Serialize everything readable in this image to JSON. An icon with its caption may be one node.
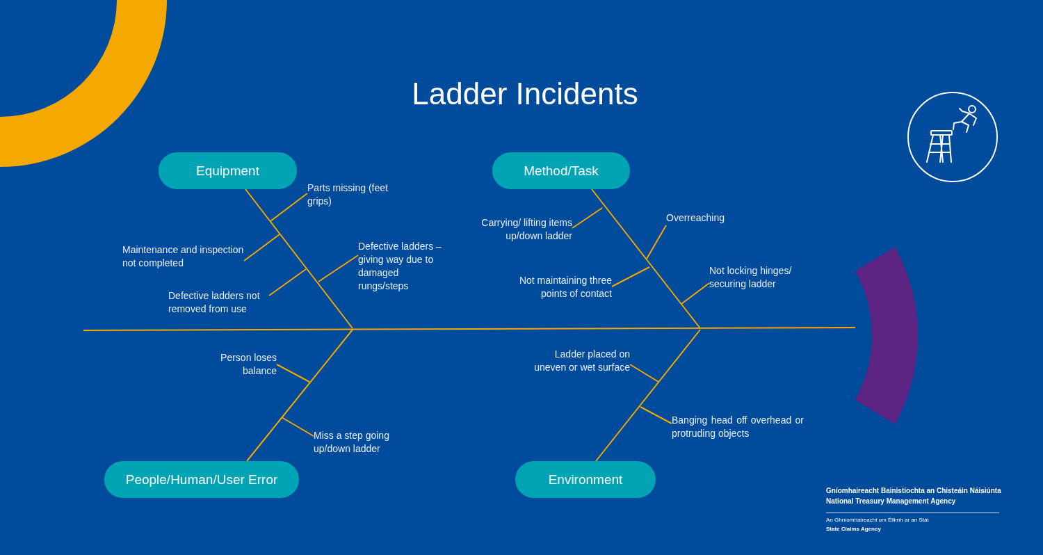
{
  "diagram": {
    "title": "Ladder Incidents",
    "nodes": [
      {
        "text": [
          "Equipment"
        ]
      },
      {
        "text": [
          "Method/Task"
        ]
      },
      {
        "text": [
          "Parts missing (feet grips)"
        ]
      },
      {
        "text": [
          "Carrying/ lifting items up/down ladder"
        ]
      },
      {
        "text": [
          "Overreaching"
        ]
      },
      {
        "text": [
          "Maintenance and inspection not completed"
        ]
      },
      {
        "text": [
          "Defective ladders – giving way due to damaged rungs/steps"
        ]
      },
      {
        "text": [
          "Not locking hinges/ securing ladder"
        ]
      },
      {
        "text": [
          "Not maintaining three points of contact"
        ]
      },
      {
        "text": [
          "Defective ladders not removed from use"
        ]
      },
      {
        "text": [],
        "shape": "arc"
      },
      {
        "text": [
          "Person loses balance"
        ]
      },
      {
        "text": [
          "Ladder placed on uneven or wet surface"
        ]
      },
      {
        "text": [
          "Miss a step going up/down ladder"
        ]
      },
      {
        "text": [
          "Banging head off overhead or protruding objects"
        ]
      },
      {
        "text": [
          "People/Human/User Error"
        ]
      },
      {
        "text": [
          "Environment"
        ]
      }
    ],
    "edges": [
      {
        "from": null,
        "to": 10,
        "arrow": "none"
      },
      {
        "from": 0,
        "to": null,
        "arrow": "none"
      },
      {
        "from": 1,
        "to": null,
        "arrow": "none"
      },
      {
        "from": 15,
        "to": null,
        "arrow": "none"
      },
      {
        "from": 16,
        "to": null,
        "arrow": "none"
      },
      {
        "from": 2,
        "to": null,
        "arrow": "none"
      },
      {
        "from": 3,
        "to": null,
        "arrow": "none"
      },
      {
        "from": 4,
        "to": null,
        "arrow": "none"
      },
      {
        "from": 5,
        "to": null,
        "arrow": "none"
      },
      {
        "from": 6,
        "to": null,
        "arrow": "none"
      },
      {
        "from": 7,
        "to": null,
        "arrow": "none"
      },
      {
        "from": 8,
        "to": null,
        "arrow": "none"
      },
      {
        "from": 9,
        "to": null,
        "arrow": "none"
      },
      {
        "from": 11,
        "to": null,
        "arrow": "none"
      },
      {
        "from": 12,
        "to": null,
        "arrow": "none"
      },
      {
        "from": 13,
        "to": null,
        "arrow": "none"
      },
      {
        "from": 14,
        "to": null,
        "arrow": "none"
      }
    ],
    "labels": [
      "Gníomhaireacht Bainistíochta an Chisteáin Náisiúnta",
      "National Treasury Management Agency",
      "An Ghníomhaireacht um Éilimh ar an Stát",
      "State Claims Agency"
    ]
  }
}
